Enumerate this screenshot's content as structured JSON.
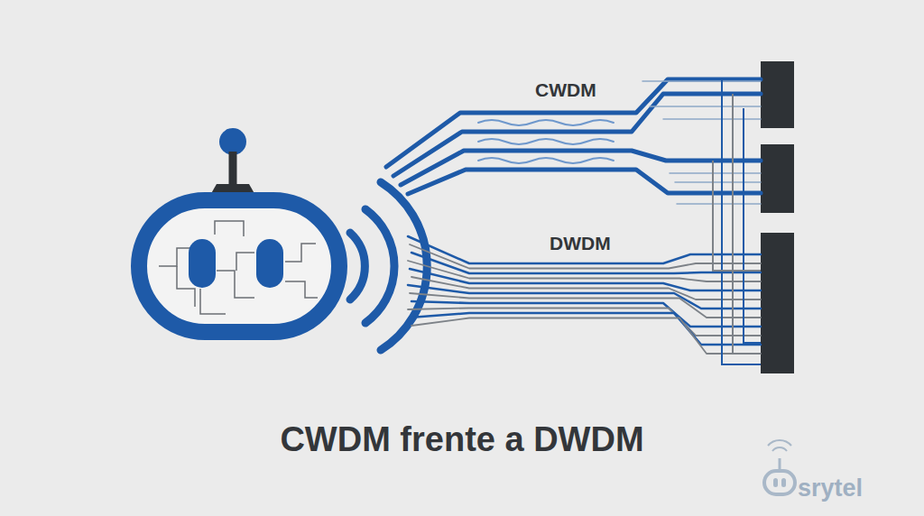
{
  "diagram": {
    "title": "CWDM frente a DWDM",
    "labels": [
      "CWDM",
      "DWDM",
      "srytel"
    ]
  }
}
